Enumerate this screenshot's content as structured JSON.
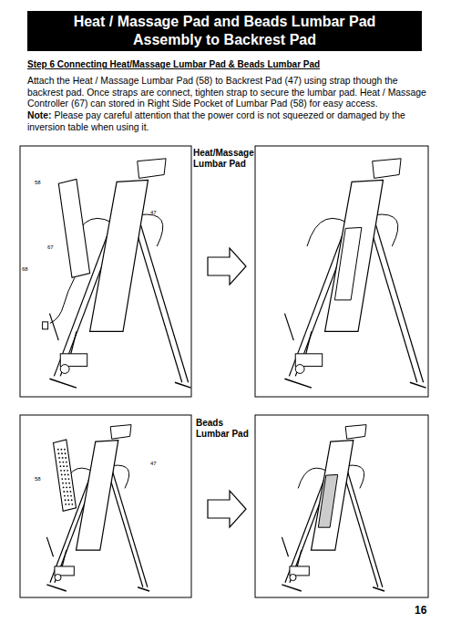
{
  "diagram": {
    "title": "Heat / Massage Pad and Beads Lumbar Pad Assembly to Backrest Pad",
    "labels": [
      "Step 6 Connecting Heat/Massage Lumbar Pad & Beads Lumbar Pad",
      "Attach the Heat / Massage Lumbar Pad (58) to Backrest Pad (47) using strap though the backrest pad. Once straps are connect, tighten strap to secure the lumbar pad. Heat / Massage Controller (67) can stored in Right Side Pocket of Lumbar Pad (58) for easy access.",
      "Note:",
      "Please pay careful attention that the power cord is not squeezed or damaged by the inversion table when using it.",
      "Heat/Massage Lumbar Pad",
      "58",
      "47",
      "67",
      "68",
      "Beads Lumbar Pad",
      "58",
      "47",
      "16"
    ]
  }
}
